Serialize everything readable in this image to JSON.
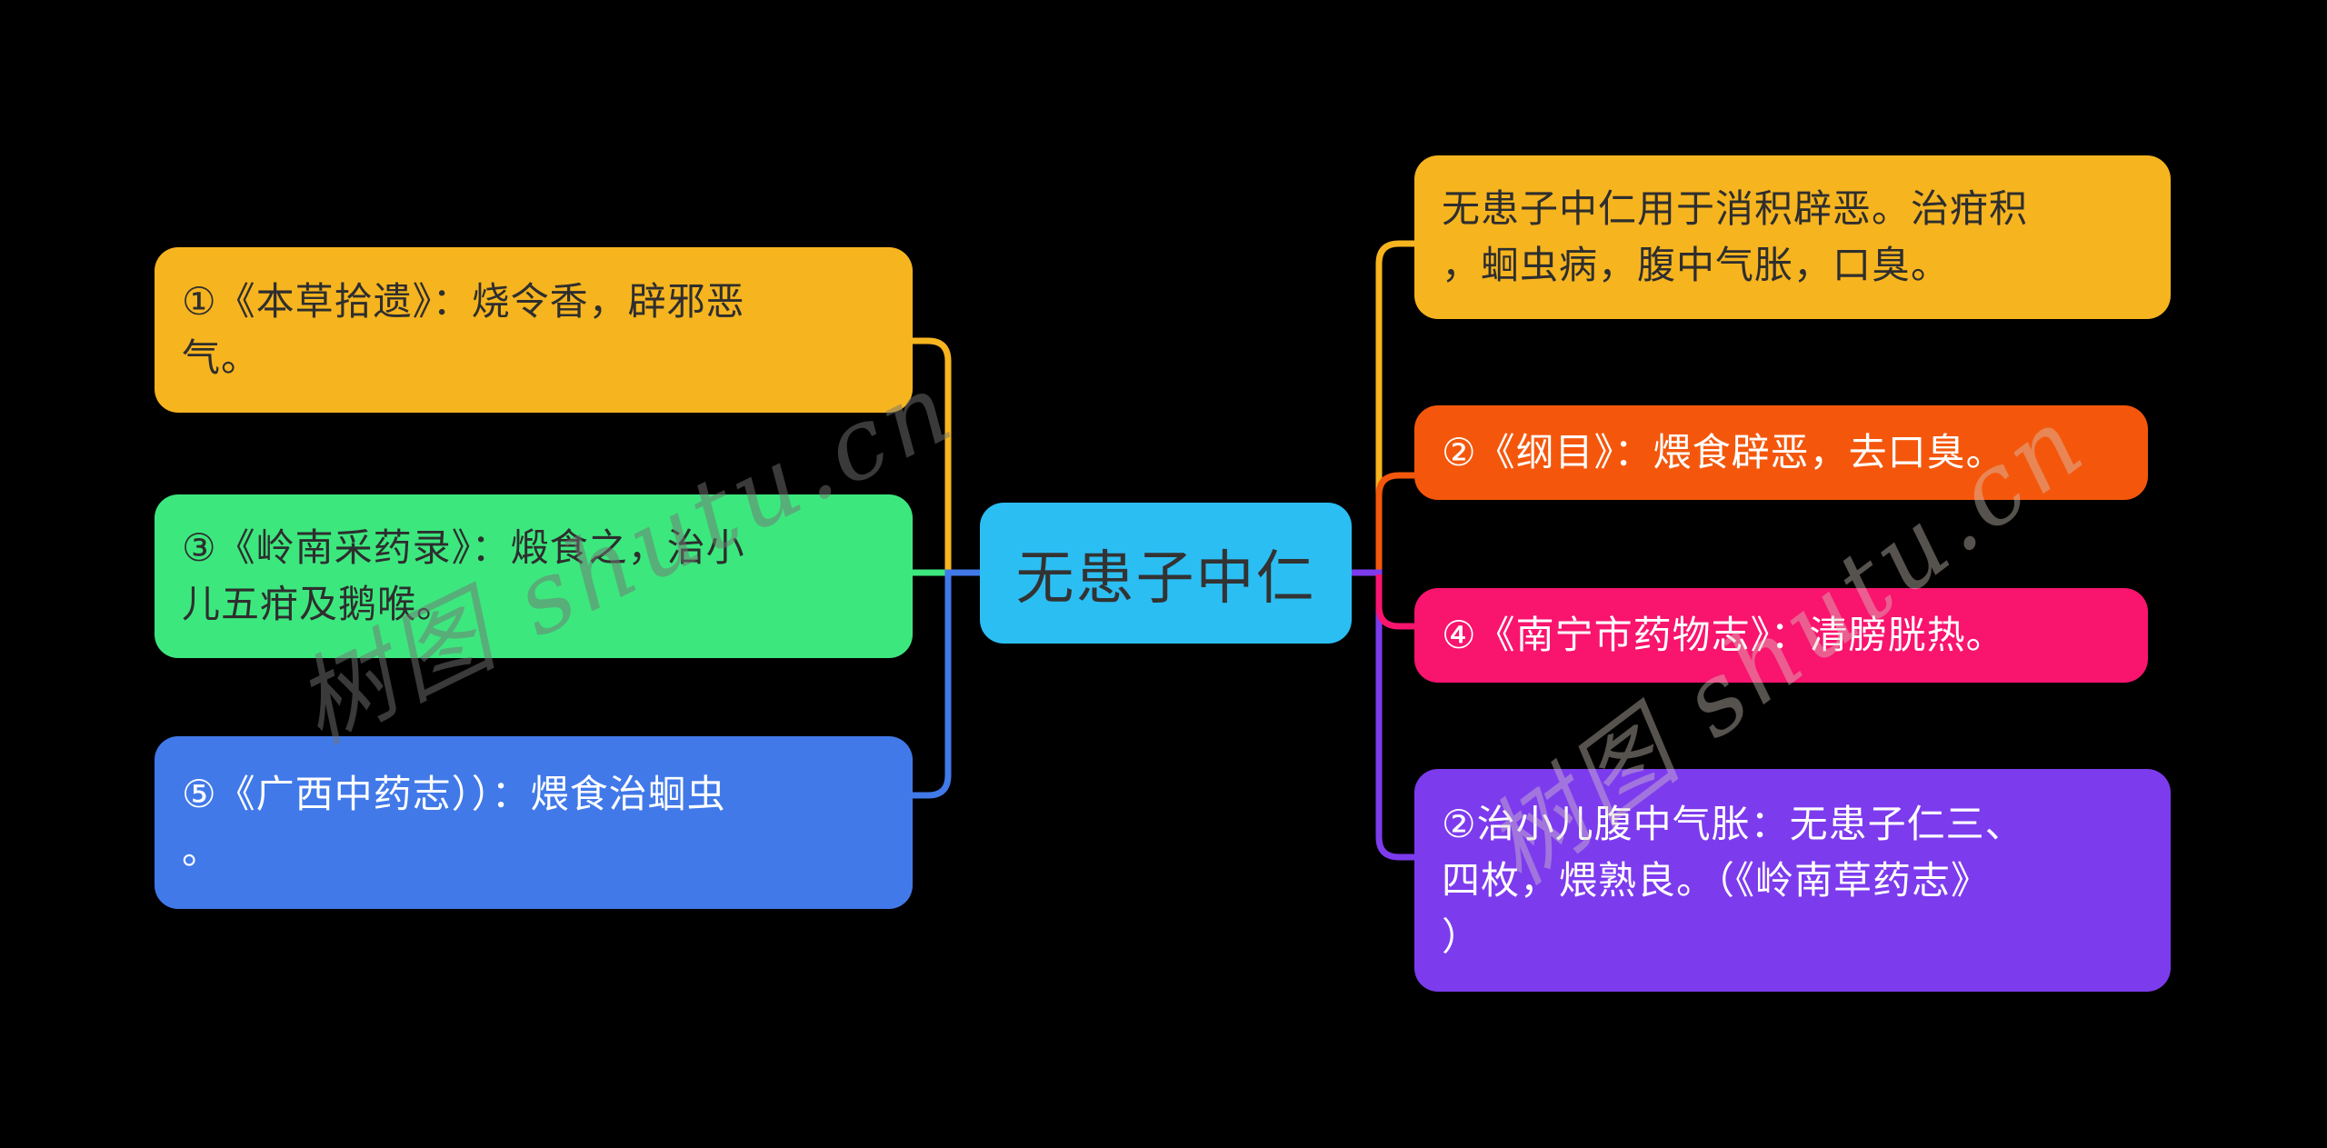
{
  "page": {
    "background": "#000000"
  },
  "root_node": {
    "label": "无患子中仁",
    "bg": "#2BBEF3",
    "text_color": "#333333"
  },
  "left_branch": {
    "nodes": [
      {
        "label": "①《本草拾遗》：烧令香，辟邪恶\n气。",
        "bg": "#F6B41F",
        "text_color": "#2E2E2E",
        "connector_color": "#F6B41F"
      },
      {
        "label": "③《岭南采药录》：煅食之，治小\n儿五疳及鹅喉。",
        "bg": "#3CE87E",
        "text_color": "#2E2E2E",
        "connector_color": "#3CE87E"
      },
      {
        "label": "⑤《广西中药志））：煨食治蛔虫\n。",
        "bg": "#4179E9",
        "text_color": "#FFFFFF",
        "connector_color": "#4179E9"
      }
    ]
  },
  "right_branch": {
    "nodes": [
      {
        "label": "无患子中仁用于消积辟恶。治疳积\n，蛔虫病，腹中气胀，口臭。",
        "bg": "#F6B41F",
        "text_color": "#2E2E2E",
        "connector_color": "#F6B41F"
      },
      {
        "label": "②《纲目》：煨食辟恶，去口臭。",
        "bg": "#F4570C",
        "text_color": "#FFFFFF",
        "connector_color": "#F4570C"
      },
      {
        "label": "④《南宁市药物志》：清膀胱热。",
        "bg": "#F9146E",
        "text_color": "#FFFFFF",
        "connector_color": "#F9146E"
      },
      {
        "label": "②治小儿腹中气胀：无患子仁三、\n四枚，煨熟良。（《岭南草药志》\n）",
        "bg": "#7D3BEE",
        "text_color": "#FFFFFF",
        "connector_color": "#7D3BEE"
      }
    ]
  },
  "watermarks": [
    {
      "text": "树图 shutu.cn",
      "color": "rgba(115,115,115,0.50)"
    },
    {
      "text": "树图 shutu.cn",
      "color": "rgba(215,205,195,0.40)"
    }
  ]
}
